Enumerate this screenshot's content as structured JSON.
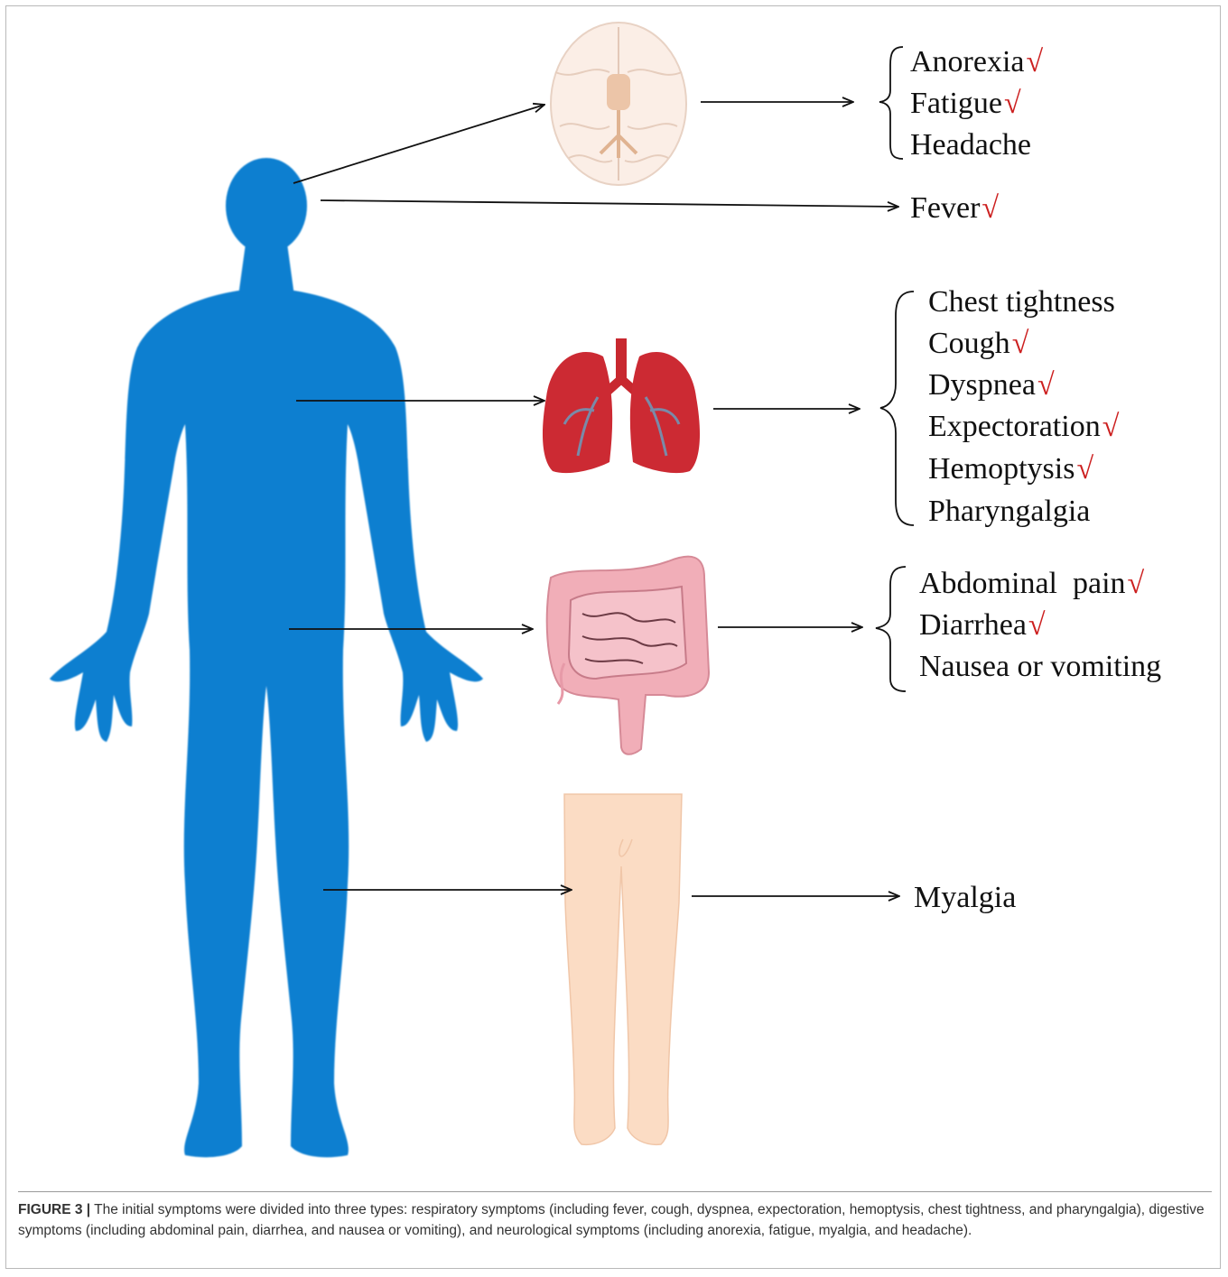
{
  "groups": {
    "neuro": {
      "items": [
        {
          "text": "Anorexia",
          "check": "√"
        },
        {
          "text": "Fatigue",
          "check": "√"
        },
        {
          "text": "Headache",
          "check": ""
        }
      ]
    },
    "fever": {
      "items": [
        {
          "text": "Fever",
          "check": "√"
        }
      ]
    },
    "respiratory": {
      "items": [
        {
          "text": "Chest tightness",
          "check": ""
        },
        {
          "text": "Cough",
          "check": "√"
        },
        {
          "text": "Dyspnea",
          "check": "√"
        },
        {
          "text": "Expectoration",
          "check": "√"
        },
        {
          "text": "Hemoptysis",
          "check": "√"
        },
        {
          "text": "Pharyngalgia",
          "check": ""
        }
      ]
    },
    "digestive": {
      "items": [
        {
          "text": "Abdominal  pain",
          "check": "√"
        },
        {
          "text": "Diarrhea",
          "check": "√"
        },
        {
          "text": "Nausea or vomiting",
          "check": ""
        }
      ]
    },
    "muscle": {
      "items": [
        {
          "text": "Myalgia",
          "check": ""
        }
      ]
    }
  },
  "caption": {
    "label": "FIGURE 3 |",
    "text": " The initial symptoms were divided into three types: respiratory symptoms (including fever, cough, dyspnea, expectoration, hemoptysis, chest tightness, and pharyngalgia), digestive symptoms (including abdominal pain, diarrhea, and nausea or vomiting), and neurological symptoms (including anorexia, fatigue, myalgia, and headache)."
  },
  "colors": {
    "body": "#0b7fd0",
    "check": "#cc1f1f",
    "arrow": "#111111"
  }
}
